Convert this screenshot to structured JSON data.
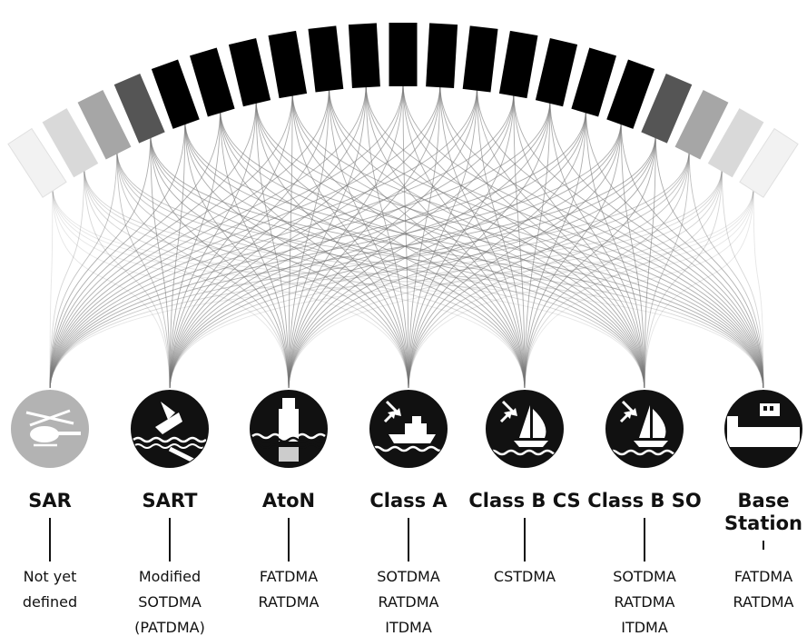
{
  "diagram": {
    "slot_count": 21,
    "slot_colors": [
      "#f2f2f2",
      "#d9d9d9",
      "#a6a6a6",
      "#555555",
      "#000000",
      "#000000",
      "#000000",
      "#000000",
      "#000000",
      "#000000",
      "#000000",
      "#000000",
      "#000000",
      "#000000",
      "#000000",
      "#000000",
      "#000000",
      "#555555",
      "#a6a6a6",
      "#d9d9d9",
      "#f2f2f2"
    ],
    "link_color": "#777777",
    "stations": [
      {
        "id": "sar",
        "name": "SAR",
        "methods": [
          "Not yet",
          "defined"
        ],
        "icon": "helicopter-icon",
        "color": "#b3b3b3"
      },
      {
        "id": "sart",
        "name": "SART",
        "methods": [
          "Modified",
          "SOTDMA",
          "(PATDMA)"
        ],
        "icon": "sinking-boat-icon",
        "color": "#111111"
      },
      {
        "id": "aton",
        "name": "AtoN",
        "methods": [
          "FATDMA",
          "RATDMA"
        ],
        "icon": "buoy-icon",
        "color": "#111111"
      },
      {
        "id": "class-a",
        "name": "Class A",
        "methods": [
          "SOTDMA",
          "RATDMA",
          "ITDMA"
        ],
        "icon": "ship-icon",
        "color": "#111111"
      },
      {
        "id": "class-b-cs",
        "name": "Class B CS",
        "methods": [
          "CSTDMA"
        ],
        "icon": "sailboat-icon",
        "color": "#111111"
      },
      {
        "id": "class-b-so",
        "name": "Class B SO",
        "methods": [
          "SOTDMA",
          "RATDMA",
          "ITDMA"
        ],
        "icon": "sailboat-icon",
        "color": "#111111"
      },
      {
        "id": "base-station",
        "name": "Base Station",
        "methods": [
          "FATDMA",
          "RATDMA"
        ],
        "icon": "base-station-icon",
        "color": "#111111"
      }
    ]
  }
}
